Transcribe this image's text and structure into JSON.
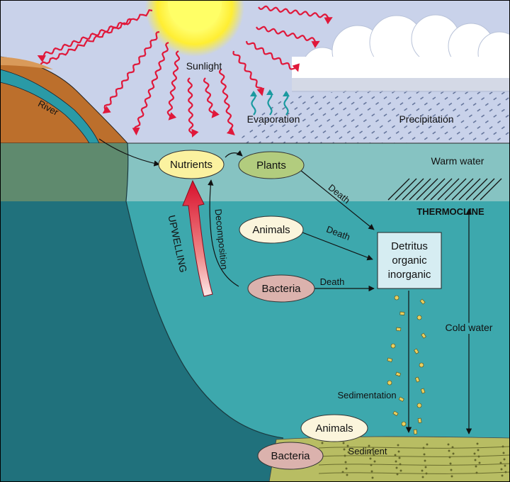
{
  "labels": {
    "sunlight": "Sunlight",
    "evaporation": "Evaporation",
    "precipitation": "Precipitation",
    "river": "River",
    "warm_water": "Warm water",
    "thermocline": "THERMOCLINE",
    "cold_water": "Cold water",
    "upwelling": "UPWELLING",
    "decomposition": "Decomposition",
    "sedimentation": "Sedimentation",
    "sediment": "Sediment",
    "death_plants": "Death",
    "death_animals": "Death",
    "death_bacteria": "Death"
  },
  "nodes": {
    "nutrients": "Nutrients",
    "plants": "Plants",
    "animals_upper": "Animals",
    "bacteria_upper": "Bacteria",
    "animals_bottom": "Animals",
    "bacteria_bottom": "Bacteria"
  },
  "detritus": {
    "line1": "Detritus",
    "line2": "organic",
    "line3": "inorganic"
  },
  "colors": {
    "sky": "#c9d2ea",
    "warm_water": "#86c3c2",
    "cold_water": "#3da8ad",
    "land": "#bc6f2c",
    "river": "#2a9aa6",
    "sun": "#ffee33",
    "sun_rays": "#e0183a",
    "evaporation_arrows": "#1a9aa0",
    "upwelling_arrow": "#d8102c",
    "nutrients_fill": "#fbf2a0",
    "plants_fill": "#b2cc7e",
    "animals_fill": "#fbf5dc",
    "bacteria_fill": "#dbb2ad",
    "detritus_fill": "#d6edf2",
    "sediment": "#b8bd63"
  },
  "icons": [
    "sun-icon",
    "cloud-icon",
    "rain-icon"
  ]
}
